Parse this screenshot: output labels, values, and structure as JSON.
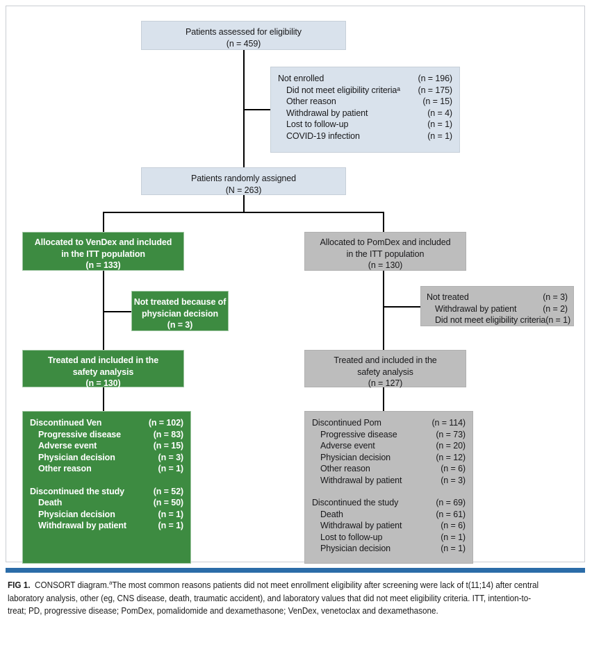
{
  "figure": {
    "label": "FIG 1.",
    "caption_lead": "CONSORT diagram.",
    "caption_sup": "a",
    "caption_body": "The most common reasons patients did not meet enrollment eligibility after screening were lack of t(11;14) after central laboratory analysis, other (eg, CNS disease, death, traumatic accident), and laboratory values that did not meet eligibility criteria. ITT, intention-to-treat; PD, progressive disease; PomDex, pomalidomide and dexamethasone; VenDex, venetoclax and dexamethasone."
  },
  "colors": {
    "blue_box": "#d9e2ec",
    "green_box": "#3d8b41",
    "gray_box": "#bdbdbd",
    "rule_blue": "#2b6ca8",
    "connector": "#000000"
  },
  "nodes": {
    "eligibility": {
      "line1": "Patients assessed for eligibility",
      "line2": "(n = 459)"
    },
    "not_enrolled": {
      "title": "Not enrolled",
      "title_count": "(n = 196)",
      "items": [
        {
          "label": "Did not meet eligibility criteriaᵃ",
          "count": "(n = 175)"
        },
        {
          "label": "Other reason",
          "count": "(n = 15)"
        },
        {
          "label": "Withdrawal by patient",
          "count": "(n = 4)"
        },
        {
          "label": "Lost to follow-up",
          "count": "(n = 1)"
        },
        {
          "label": "COVID-19 infection",
          "count": "(n = 1)"
        }
      ]
    },
    "randomized": {
      "line1": "Patients randomly assigned",
      "line2": "(N = 263)"
    },
    "alloc_left": {
      "line1": "Allocated to VenDex and included",
      "line2": "in the ITT population",
      "line3": "(n = 133)"
    },
    "alloc_right": {
      "line1": "Allocated to PomDex and included",
      "line2": "in the ITT population",
      "line3": "(n = 130)"
    },
    "not_treated_left": {
      "line1": "Not treated because of",
      "line2": "physician decision",
      "line3": "(n = 3)"
    },
    "not_treated_right": {
      "title": "Not treated",
      "title_count": "(n = 3)",
      "items": [
        {
          "label": "Withdrawal by patient",
          "count": "(n = 2)"
        },
        {
          "label": "Did not meet eligibility criteria",
          "count": "(n = 1)"
        }
      ]
    },
    "safety_left": {
      "line1": "Treated and included in the",
      "line2": "safety analysis",
      "line3": "(n = 130)"
    },
    "safety_right": {
      "line1": "Treated and included in the",
      "line2": "safety analysis",
      "line3": "(n = 127)"
    },
    "disc_left": {
      "group1_title": "Discontinued Ven",
      "group1_count": "(n = 102)",
      "group1_items": [
        {
          "label": "Progressive disease",
          "count": "(n = 83)"
        },
        {
          "label": "Adverse event",
          "count": "(n = 15)"
        },
        {
          "label": "Physician decision",
          "count": "(n = 3)"
        },
        {
          "label": "Other reason",
          "count": "(n = 1)"
        }
      ],
      "group2_title": "Discontinued the study",
      "group2_count": "(n = 52)",
      "group2_items": [
        {
          "label": "Death",
          "count": "(n = 50)"
        },
        {
          "label": "Physician decision",
          "count": "(n = 1)"
        },
        {
          "label": "Withdrawal by patient",
          "count": "(n = 1)"
        }
      ]
    },
    "disc_right": {
      "group1_title": "Discontinued Pom",
      "group1_count": "(n = 114)",
      "group1_items": [
        {
          "label": "Progressive disease",
          "count": "(n = 73)"
        },
        {
          "label": "Adverse event",
          "count": "(n = 20)"
        },
        {
          "label": "Physician decision",
          "count": "(n = 12)"
        },
        {
          "label": "Other reason",
          "count": "(n = 6)"
        },
        {
          "label": "Withdrawal by patient",
          "count": "(n = 3)"
        }
      ],
      "group2_title": "Discontinued the study",
      "group2_count": "(n = 69)",
      "group2_items": [
        {
          "label": "Death",
          "count": "(n = 61)"
        },
        {
          "label": "Withdrawal by patient",
          "count": "(n = 6)"
        },
        {
          "label": "Lost to follow-up",
          "count": "(n = 1)"
        },
        {
          "label": "Physician decision",
          "count": "(n = 1)"
        }
      ]
    }
  }
}
